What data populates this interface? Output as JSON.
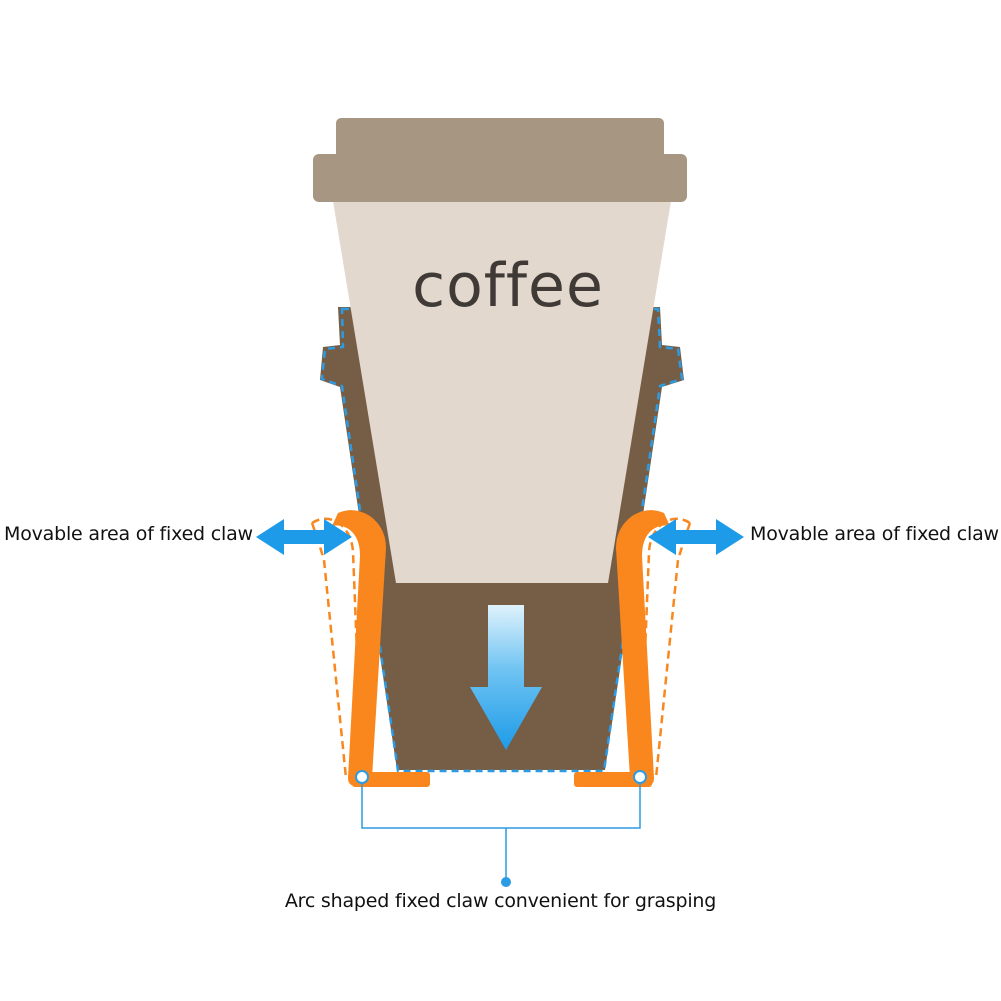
{
  "cup": {
    "label": "coffee"
  },
  "callouts": {
    "left": "Movable area of fixed claw",
    "right": "Movable area of fixed claw",
    "bottom": "Arc shaped fixed claw convenient for grasping"
  },
  "colors": {
    "lid": "#a69682",
    "cup_body": "#e3d8ce",
    "holder": "#765e46",
    "claw": "#f9871d",
    "guide": "#2b9be4",
    "arrow": "#1e9be8",
    "text": "#111111"
  }
}
